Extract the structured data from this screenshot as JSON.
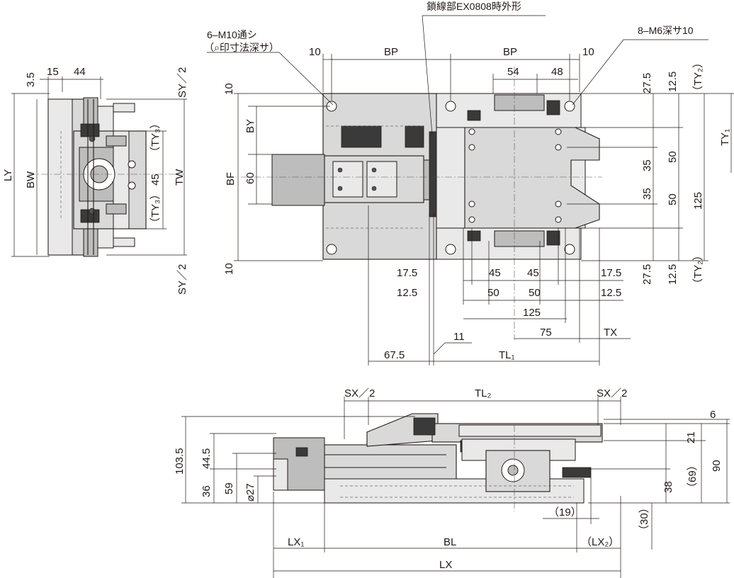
{
  "notes": {
    "bolt_holes": "6–M10通シ",
    "bolt_holes_sub": "（⌕印寸法深サ）",
    "tapped_holes": "8–M6深サ10",
    "chain": "鎖線部EX0808時外形"
  },
  "dims": {
    "d3_5": "3.5",
    "d15": "15",
    "d44": "44",
    "sy2": "SY／2",
    "ly": "LY",
    "bw": "BW",
    "ty3": "（TY₃）",
    "d45": "45",
    "tw": "TW",
    "d10": "10",
    "bp": "BP",
    "d54": "54",
    "d48": "48",
    "d27_5": "27.5",
    "d12_5": "12.5",
    "ty2": "（TY₂）",
    "ty1": "TY₁",
    "by": "BY",
    "bf": "BF",
    "d60": "60",
    "d35": "35",
    "d50": "50",
    "d125": "125",
    "d17_5": "17.5",
    "d75": "75",
    "tx": "TX",
    "d11": "11",
    "d67_5": "67.5",
    "tl1": "TL₁",
    "sx2": "SX／2",
    "tl2": "TL₂",
    "d6": "6",
    "d21": "21",
    "d90": "90",
    "p69": "（69）",
    "d38": "38",
    "d103_5": "103.5",
    "d44_5": "44.5",
    "d36": "36",
    "d59": "59",
    "d27": "⌀27",
    "p19": "（19）",
    "p30": "（30）",
    "lx1": "LX₁",
    "bl": "BL",
    "lx2": "（LX₂）",
    "lx": "LX"
  }
}
